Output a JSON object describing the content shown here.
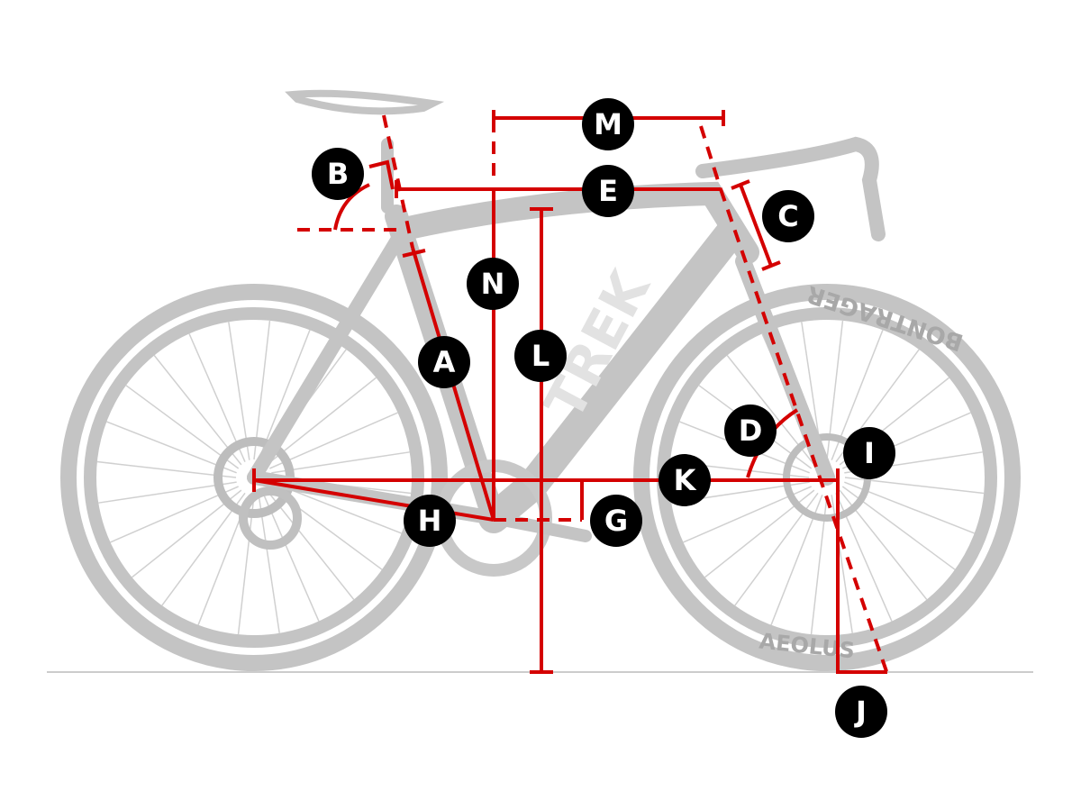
{
  "diagram": {
    "accent_color": "#d40000",
    "bike_color": "#c4c4c4",
    "frame_logo": "TREK",
    "tire_lettering": [
      "BONTRAGER",
      "AEOLUS"
    ],
    "labels": {
      "A": "A",
      "B": "B",
      "C": "C",
      "D": "D",
      "E": "E",
      "G": "G",
      "H": "H",
      "I": "I",
      "J": "J",
      "K": "K",
      "L": "L",
      "M": "M",
      "N": "N"
    }
  }
}
